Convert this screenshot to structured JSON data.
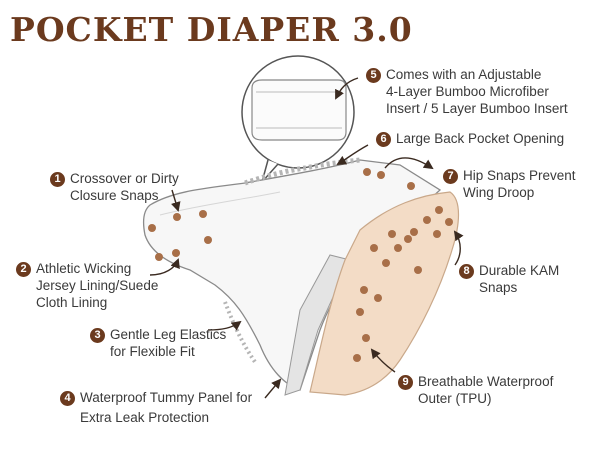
{
  "title": "POCKET DIAPER 3.0",
  "colors": {
    "brand": "#6b3a1e",
    "outer": "#f3dcc6",
    "snap": "#a86f48",
    "text": "#3a3a3a"
  },
  "callouts": [
    {
      "number": "1",
      "line1": "Crossover or Dirty",
      "line2": "Closure Snaps",
      "line3": ""
    },
    {
      "number": "2",
      "line1": "Athletic Wicking",
      "line2": "Jersey Lining/Suede",
      "line3": "Cloth Lining"
    },
    {
      "number": "3",
      "line1": "Gentle Leg Elastics",
      "line2": "for Flexible Fit",
      "line3": ""
    },
    {
      "number": "4",
      "line1": "Waterproof Tummy Panel for",
      "line2": "Extra Leak Protection",
      "line3": ""
    },
    {
      "number": "5",
      "line1": "Comes with an Adjustable",
      "line2": "4-Layer Bumboo Microfiber",
      "line3": "Insert / 5 Layer Bumboo Insert"
    },
    {
      "number": "6",
      "line1": "Large Back Pocket Opening",
      "line2": "",
      "line3": ""
    },
    {
      "number": "7",
      "line1": "Hip Snaps Prevent",
      "line2": "Wing Droop",
      "line3": ""
    },
    {
      "number": "8",
      "line1": "Durable KAM",
      "line2": "Snaps",
      "line3": ""
    },
    {
      "number": "9",
      "line1": "Breathable Waterproof",
      "line2": "Outer (TPU)",
      "line3": ""
    }
  ]
}
